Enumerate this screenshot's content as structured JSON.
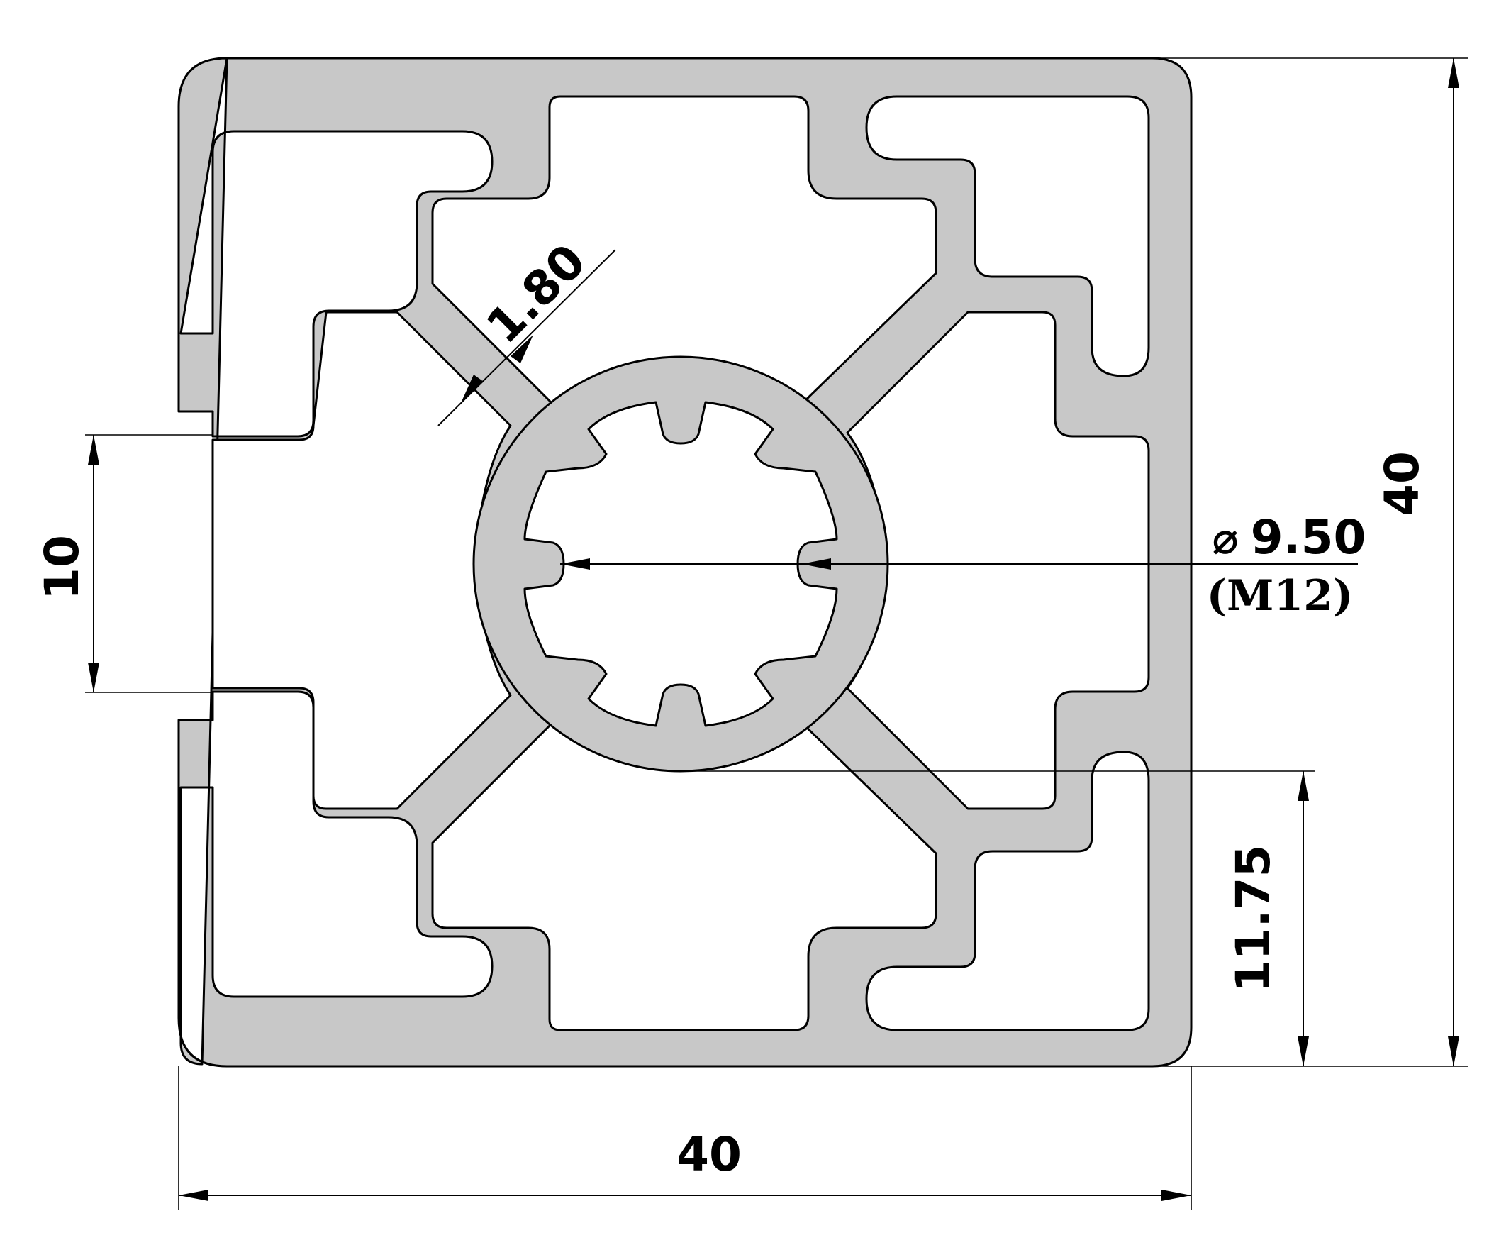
{
  "dimensions": {
    "width_label": "40",
    "height_label": "40",
    "slot_opening_label": "10",
    "web_thickness_label": "1.80",
    "core_offset_label": "11.75",
    "core_hole_symbol": "⌀",
    "core_hole_diameter_label": "9.50",
    "core_hole_thread_label": "(M12)"
  },
  "colors": {
    "profile_fill": "#c8c8c8",
    "outline": "#000000",
    "background": "#ffffff"
  }
}
